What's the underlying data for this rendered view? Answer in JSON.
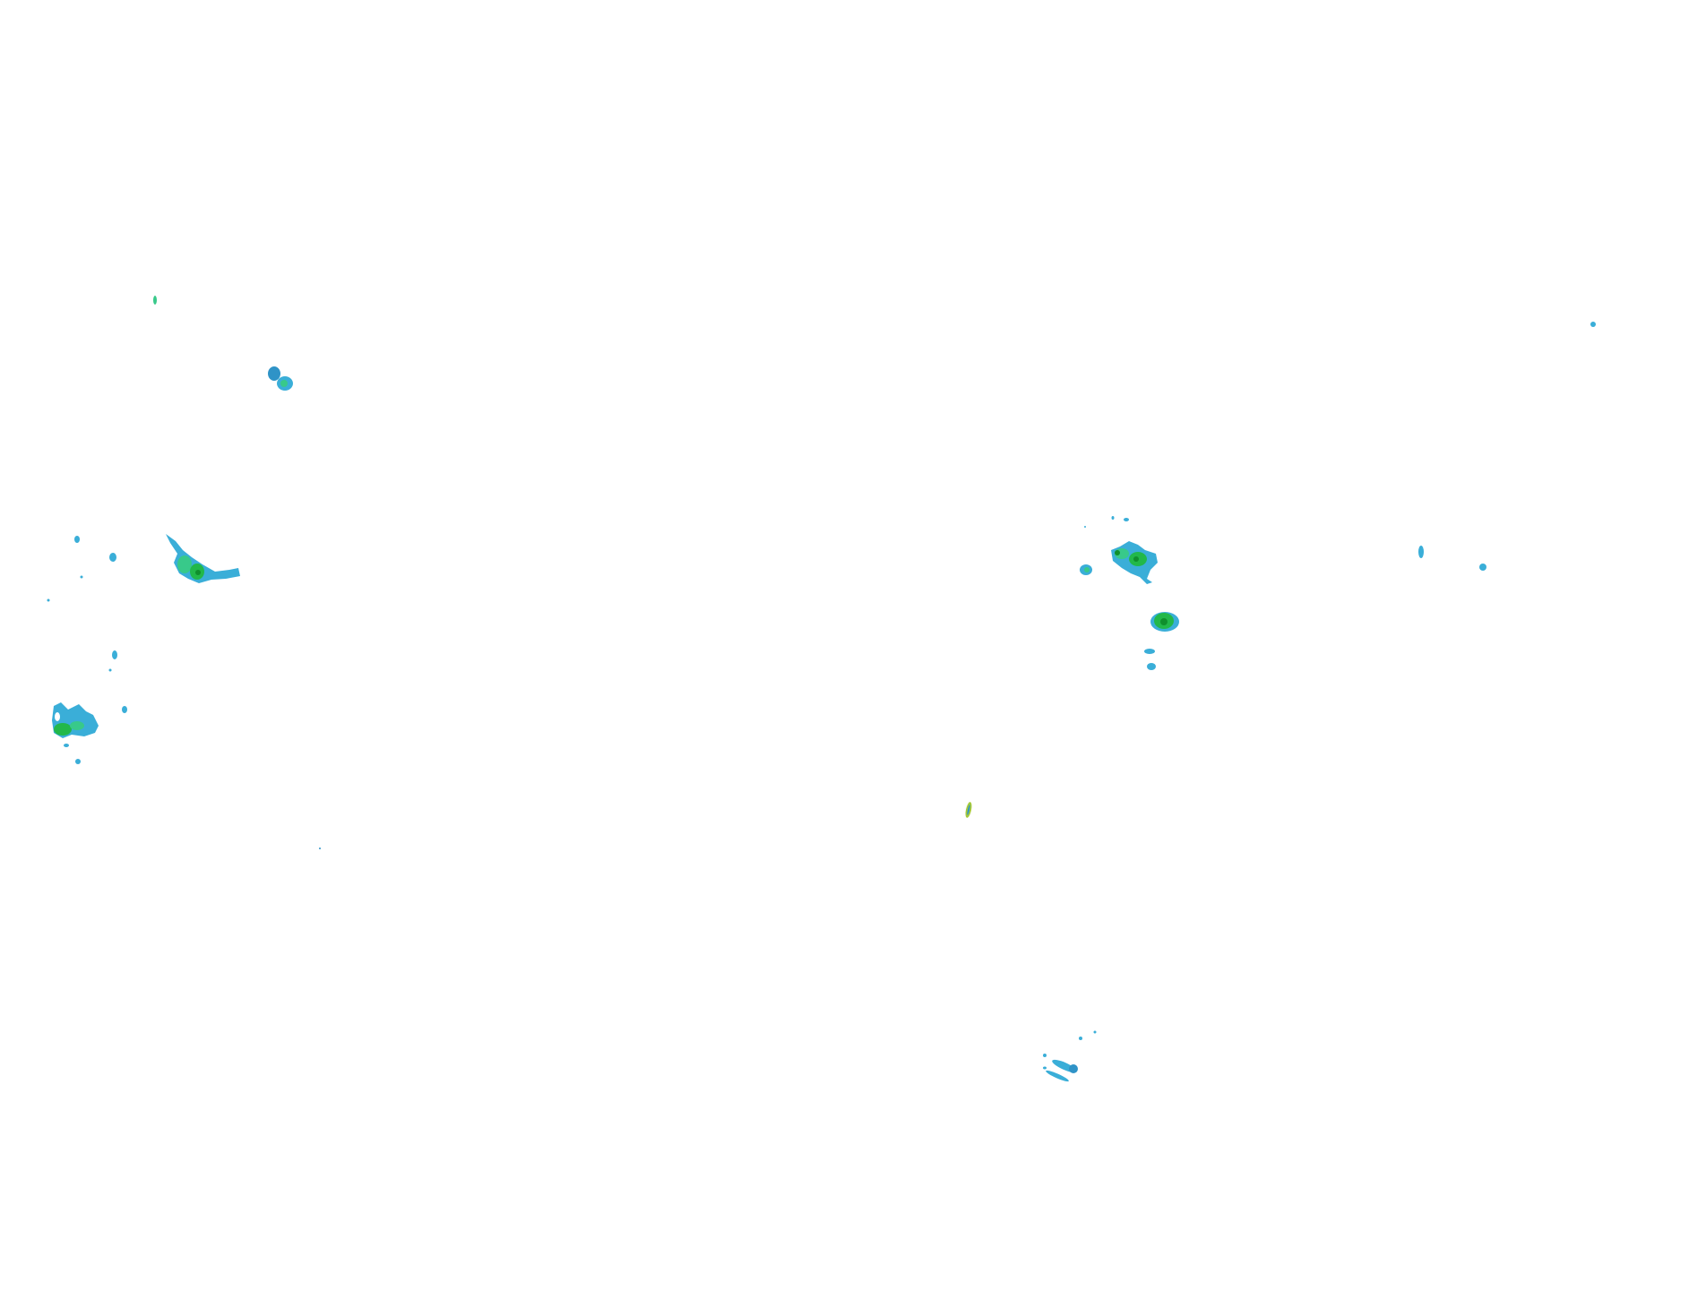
{
  "map": {
    "layer": "precipitation-radar",
    "background_color": "#ffffff",
    "palette": {
      "light": "#3aaed8",
      "mid": "#2f93c7",
      "medium": "#38c98a",
      "strong": "#22b84a",
      "heavy": "#0f8f2d",
      "trace": "#a6c93a"
    },
    "cells": [
      {
        "id": "nw-speck",
        "intensity": "medium"
      },
      {
        "id": "nw-pair",
        "intensity": "mid"
      },
      {
        "id": "west-band",
        "intensity": "strong"
      },
      {
        "id": "far-west-cluster",
        "intensity": "strong"
      },
      {
        "id": "west-scatter",
        "intensity": "light"
      },
      {
        "id": "central-north-cluster",
        "intensity": "heavy"
      },
      {
        "id": "central-cell",
        "intensity": "heavy"
      },
      {
        "id": "central-trails",
        "intensity": "light"
      },
      {
        "id": "east-specks",
        "intensity": "light"
      },
      {
        "id": "streak",
        "intensity": "trace"
      },
      {
        "id": "south-streaks",
        "intensity": "mid"
      }
    ]
  }
}
